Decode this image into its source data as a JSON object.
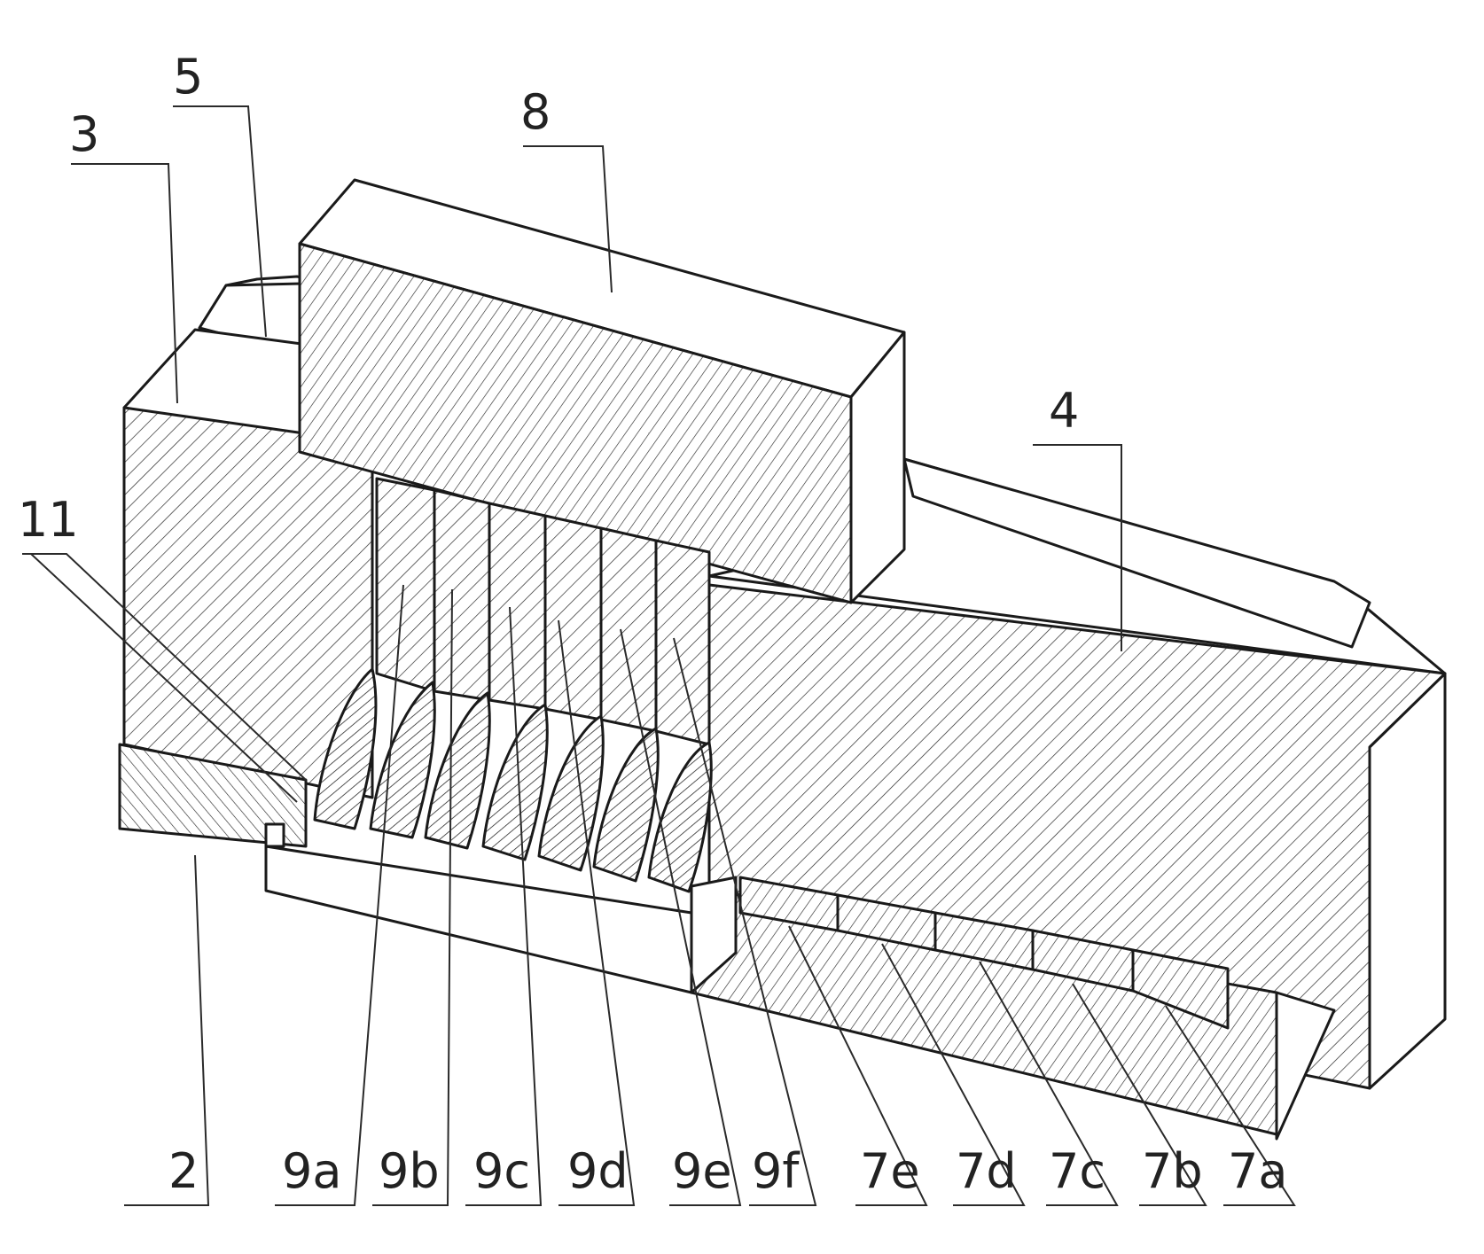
{
  "figure": {
    "labels": {
      "l2": "2",
      "l3": "3",
      "l4": "4",
      "l5": "5",
      "l8": "8",
      "l11": "11",
      "l9a": "9a",
      "l9b": "9b",
      "l9c": "9c",
      "l9d": "9d",
      "l9e": "9e",
      "l9f": "9f",
      "l7a": "7a",
      "l7b": "7b",
      "l7c": "7c",
      "l7d": "7d",
      "l7e": "7e"
    },
    "colors": {
      "line": "#1a1a1a",
      "paper": "#ffffff"
    }
  }
}
